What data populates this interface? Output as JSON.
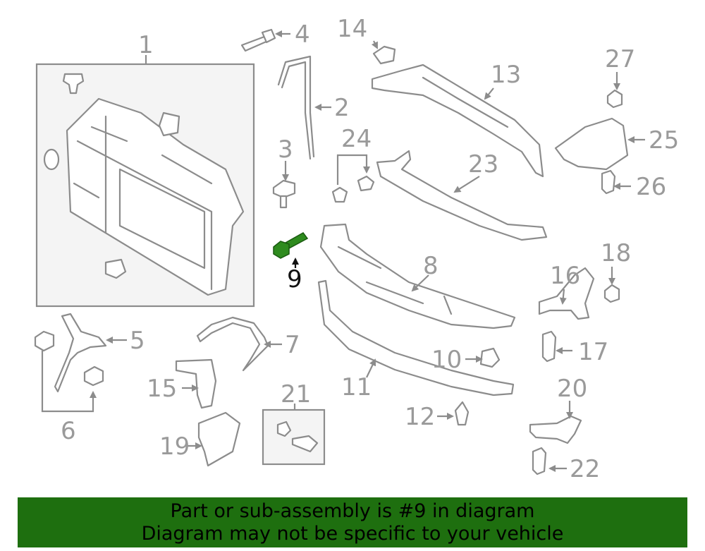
{
  "callouts": {
    "c1": "1",
    "c2": "2",
    "c3": "3",
    "c4": "4",
    "c5": "5",
    "c6": "6",
    "c7": "7",
    "c8": "8",
    "c9": "9",
    "c10": "10",
    "c11": "11",
    "c12": "12",
    "c13": "13",
    "c14": "14",
    "c15": "15",
    "c16": "16",
    "c17": "17",
    "c18": "18",
    "c19": "19",
    "c20": "20",
    "c21": "21",
    "c22": "22",
    "c23": "23",
    "c24": "24",
    "c25": "25",
    "c26": "26",
    "c27": "27"
  },
  "highlighted_part": "9",
  "colors": {
    "highlight": "#2e8b1e",
    "banner": "#1e6f0f",
    "lineart": "#8c8c8c"
  },
  "banner": {
    "line1": "Part or sub-assembly is #9 in diagram",
    "line2": "Diagram may not be specific to your vehicle"
  }
}
